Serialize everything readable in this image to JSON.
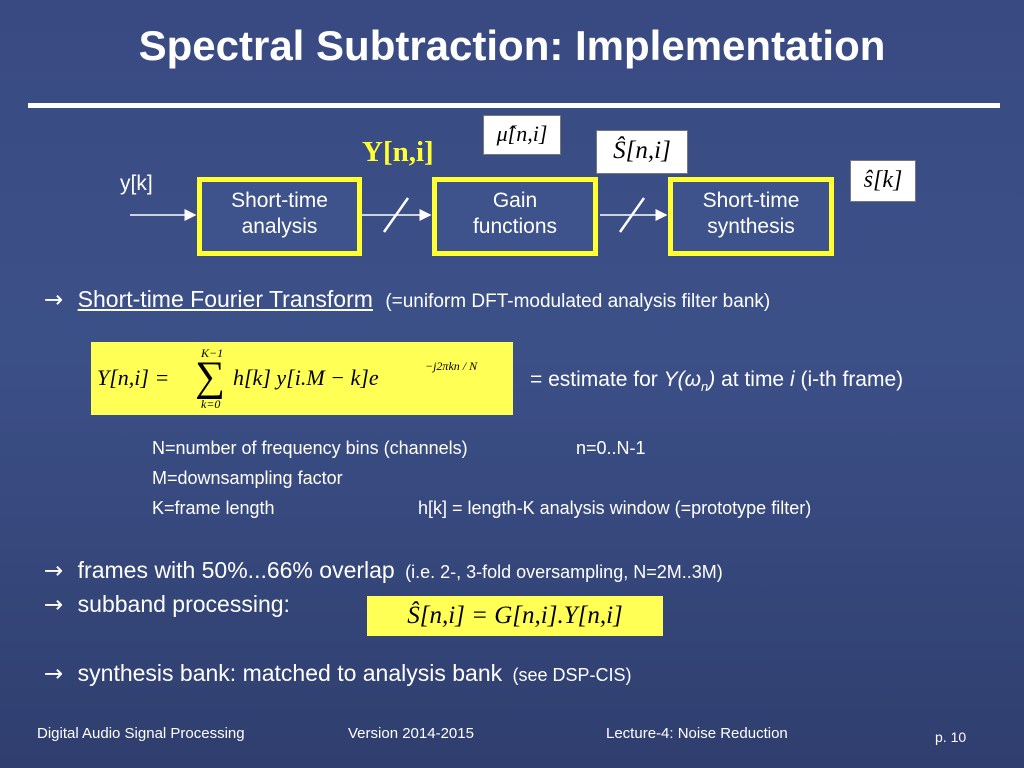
{
  "title": "Spectral Subtraction: Implementation",
  "diagram": {
    "input_label": "y[k]",
    "Y_label": "Y[n,i]",
    "mu_label": "μ̂[n,i]",
    "S_label": "Ŝ[n,i]",
    "s_label": "ŝ[k]",
    "blocks": [
      {
        "line1": "Short-time",
        "line2": "analysis"
      },
      {
        "line1": "Gain",
        "line2": "functions"
      },
      {
        "line1": "Short-time",
        "line2": "synthesis"
      }
    ]
  },
  "bullet1": {
    "marker": "→",
    "link": "Short-time Fourier Transform",
    "paren": "(=uniform DFT-modulated analysis filter bank)"
  },
  "formula": {
    "lhs": "Y[n,i] =",
    "sum_upper": "K−1",
    "sum_lower": "k=0",
    "body": "h[k] y[i.M − k]e",
    "exponent": "−j2πkn / N",
    "estimate_prefix": "= estimate for",
    "estimate_symbol": "Y(ω",
    "estimate_sub": "n",
    "estimate_close": ")",
    "estimate_mid": "at time",
    "estimate_i": "i",
    "estimate_suffix": "(i-th frame)"
  },
  "definitions": {
    "line1a": "N=number of frequency bins (channels)",
    "line1b": "n=0..N-1",
    "line2": "M=downsampling factor",
    "line3a": "K=frame length",
    "line3b": "h[k] = length-K analysis window  (=prototype filter)"
  },
  "bullets": {
    "b2_main": "frames with 50%...66% overlap",
    "b2_small": "(i.e. 2-, 3-fold oversampling, N=2M..3M)",
    "b3_main": "subband processing:",
    "b3_formula": "Ŝ[n,i] = G[n,i].Y[n,i]",
    "b4_main": "synthesis bank: matched to analysis bank",
    "b4_small": "(see DSP-CIS)"
  },
  "footer": {
    "course": "Digital Audio Signal Processing",
    "version": "Version 2014-2015",
    "lecture": "Lecture-4: Noise Reduction",
    "page": "p. 10"
  }
}
